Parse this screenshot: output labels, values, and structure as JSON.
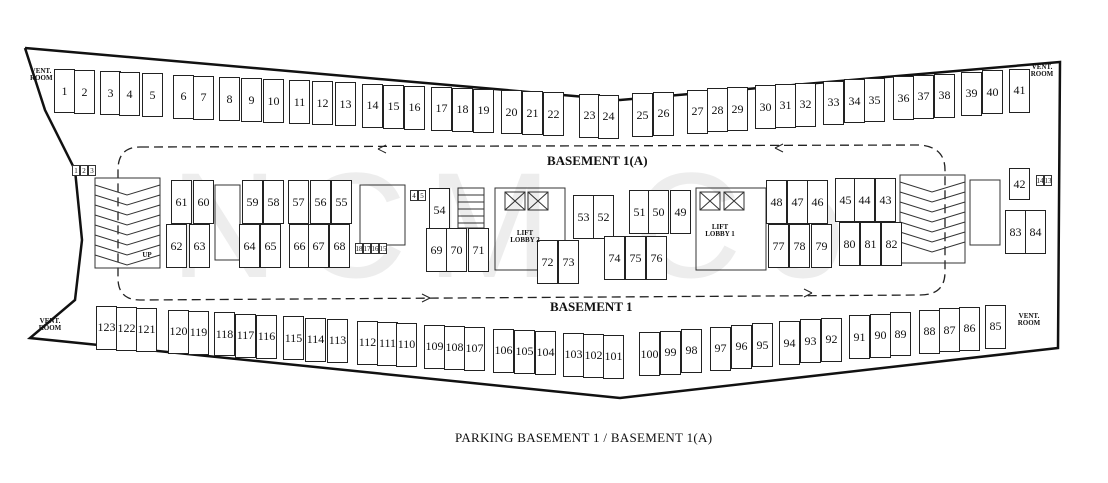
{
  "title": "PARKING BASEMENT 1 / BASEMENT 1(A)",
  "labels": {
    "basement_1a": "BASEMENT 1(A)",
    "basement_1": "BASEMENT 1",
    "lift_lobby_1": "LIFT LOBBY 1",
    "lift_lobby_2": "LIFT LOBBY 2",
    "vent_room": "VENT. ROOM",
    "up": "UP"
  },
  "watermark": "NCM Co",
  "rows": {
    "top": [
      "1",
      "2",
      "3",
      "4",
      "5",
      "6",
      "7",
      "8",
      "9",
      "10",
      "11",
      "12",
      "13",
      "14",
      "15",
      "16",
      "17",
      "18",
      "19",
      "20",
      "21",
      "22",
      "23",
      "24",
      "25",
      "26",
      "27",
      "28",
      "29",
      "30",
      "31",
      "32",
      "33",
      "34",
      "35",
      "36",
      "37",
      "38",
      "39",
      "40",
      "41"
    ],
    "bottom": [
      "123",
      "122",
      "121",
      "120",
      "119",
      "118",
      "117",
      "116",
      "115",
      "114",
      "113",
      "112",
      "111",
      "110",
      "109",
      "108",
      "107",
      "106",
      "105",
      "104",
      "103",
      "102",
      "101",
      "100",
      "99",
      "98",
      "97",
      "96",
      "95",
      "94",
      "93",
      "92",
      "91",
      "90",
      "89",
      "88",
      "87",
      "86",
      "85"
    ],
    "middle_upper": [
      "61",
      "60",
      "59",
      "58",
      "57",
      "56",
      "55",
      "54",
      "53",
      "52",
      "51",
      "50",
      "49",
      "48",
      "47",
      "46",
      "45",
      "44",
      "43",
      "42"
    ],
    "middle_lower": [
      "62",
      "63",
      "64",
      "65",
      "66",
      "67",
      "68",
      "69",
      "70",
      "71",
      "72",
      "73",
      "74",
      "75",
      "76",
      "77",
      "78",
      "79",
      "80",
      "81",
      "82",
      "83",
      "84"
    ],
    "small": [
      "1",
      "2",
      "3",
      "4",
      "5",
      "18",
      "17",
      "16",
      "15",
      "14",
      "13"
    ]
  }
}
